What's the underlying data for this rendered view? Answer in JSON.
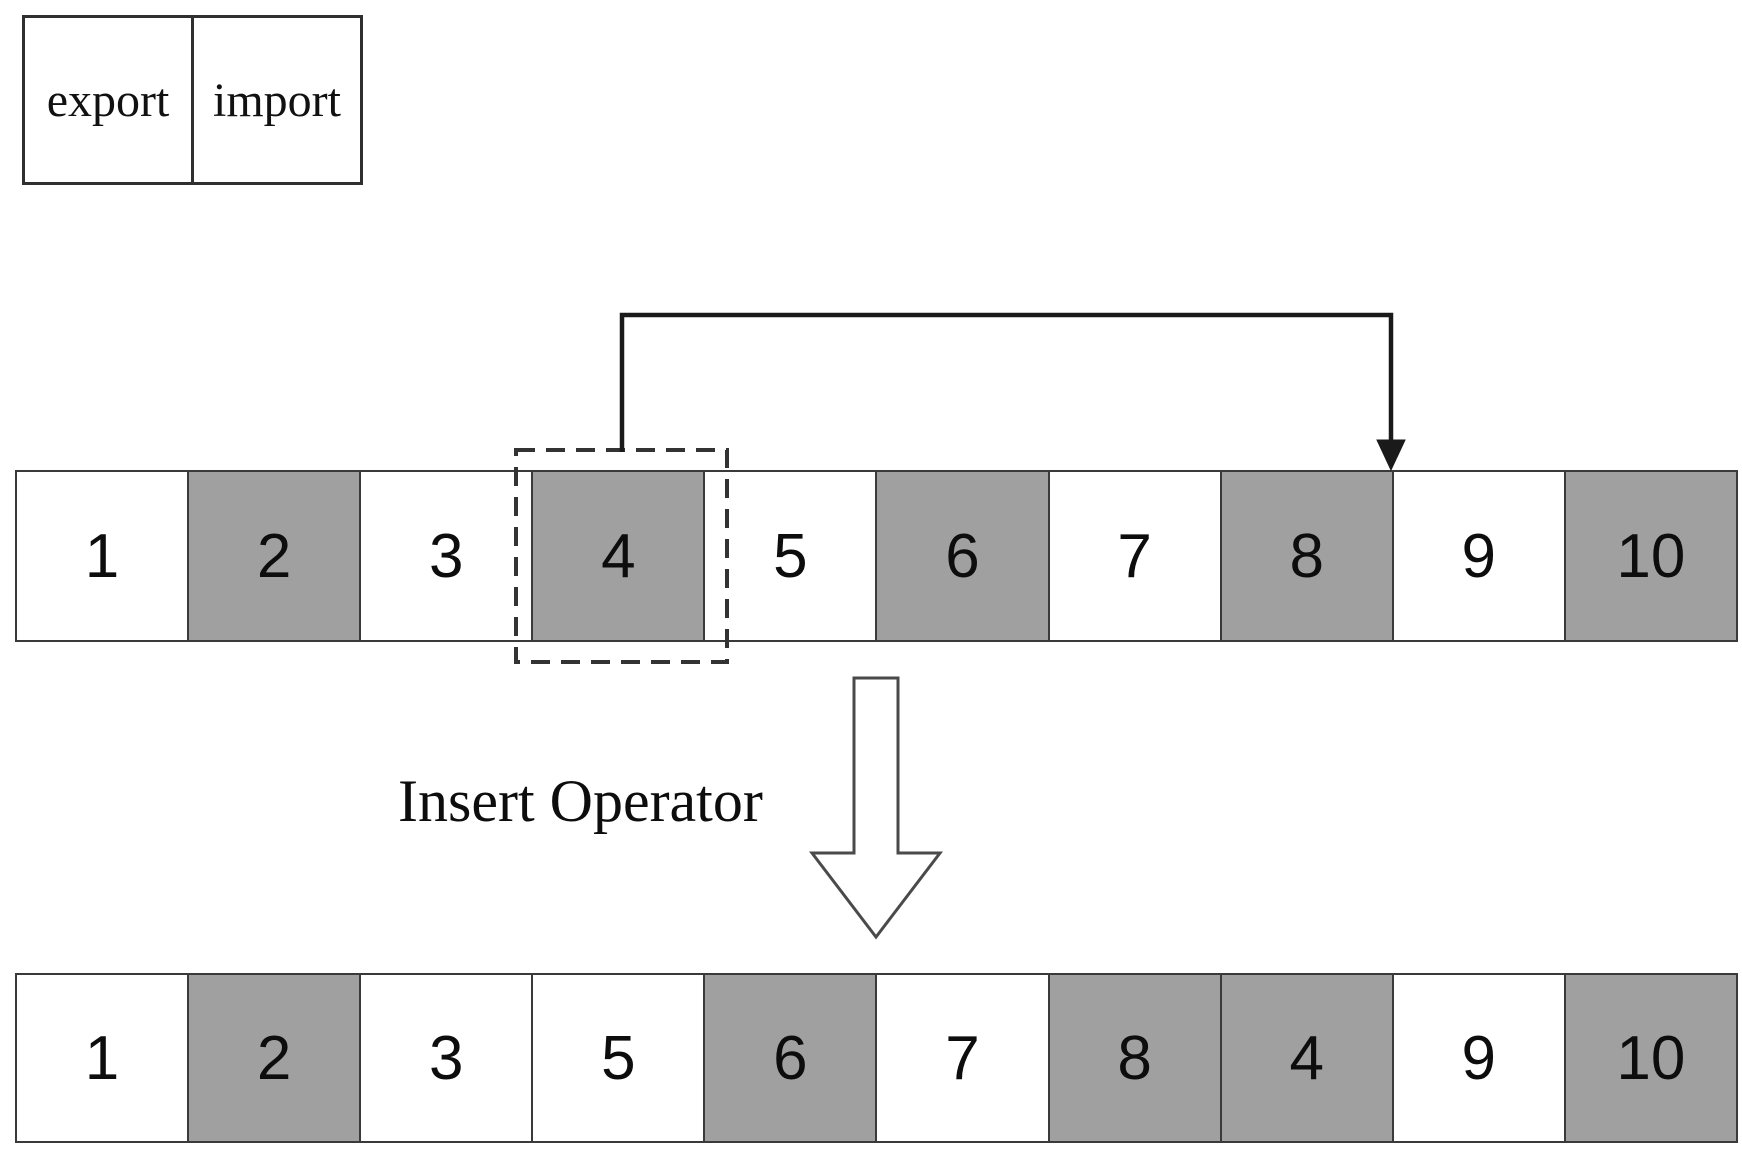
{
  "figure": {
    "legend": {
      "items": [
        {
          "label": "export",
          "type": "export"
        },
        {
          "label": "import",
          "type": "import"
        }
      ]
    },
    "operator_label": "Insert Operator",
    "colors": {
      "export_fill": "#ffffff",
      "import_fill": "#a0a0a0",
      "cell_border": "#3a3a3a",
      "arrow_line": "#1a1a1a",
      "dashed_box": "#333333",
      "hollow_arrow_outline": "#4a4a4a"
    },
    "top_row": [
      {
        "value": "1",
        "type": "export"
      },
      {
        "value": "2",
        "type": "import"
      },
      {
        "value": "3",
        "type": "export"
      },
      {
        "value": "4",
        "type": "import",
        "selected": true
      },
      {
        "value": "5",
        "type": "export"
      },
      {
        "value": "6",
        "type": "import"
      },
      {
        "value": "7",
        "type": "export"
      },
      {
        "value": "8",
        "type": "import"
      },
      {
        "value": "9",
        "type": "export"
      },
      {
        "value": "10",
        "type": "import"
      }
    ],
    "bottom_row": [
      {
        "value": "1",
        "type": "export"
      },
      {
        "value": "2",
        "type": "import"
      },
      {
        "value": "3",
        "type": "export"
      },
      {
        "value": "5",
        "type": "export"
      },
      {
        "value": "6",
        "type": "import"
      },
      {
        "value": "7",
        "type": "export"
      },
      {
        "value": "8",
        "type": "import"
      },
      {
        "value": "4",
        "type": "import"
      },
      {
        "value": "9",
        "type": "export"
      },
      {
        "value": "10",
        "type": "import"
      }
    ]
  }
}
